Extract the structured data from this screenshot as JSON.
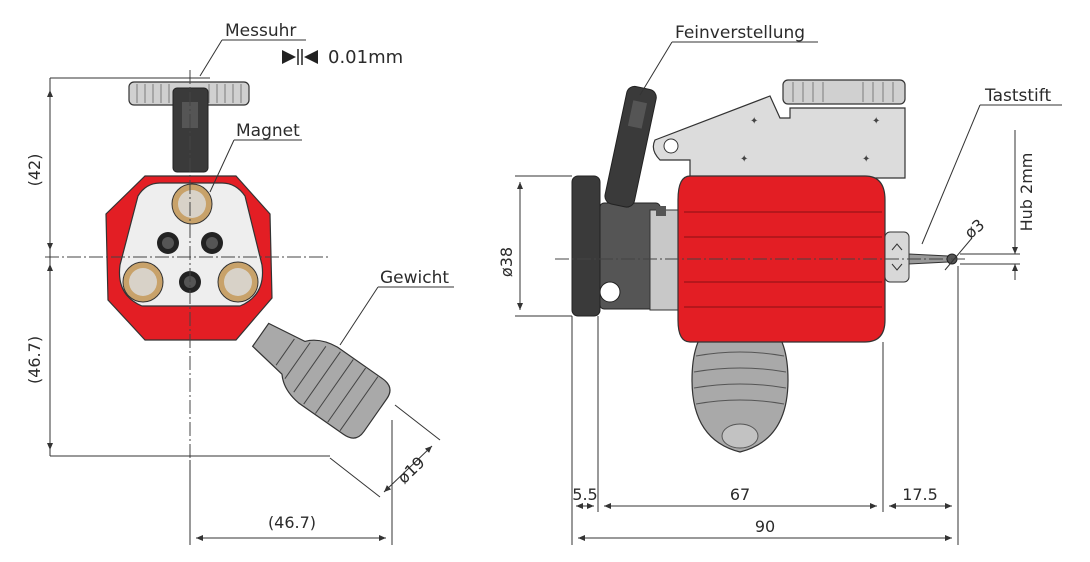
{
  "labels": {
    "messuhr": "Messuhr",
    "resolution": "0.01mm",
    "magnet": "Magnet",
    "gewicht": "Gewicht",
    "feinverstellung": "Feinverstellung",
    "taststift": "Taststift"
  },
  "dimensions": {
    "height_upper": "(42)",
    "height_lower": "(46.7)",
    "width_left": "(46.7)",
    "weight_diameter": "ø19",
    "body_diameter": "ø38",
    "stroke": "Hub 2mm",
    "tip_diameter": "ø3",
    "offset_left": "5.5",
    "body_length": "67",
    "tip_length": "17.5",
    "total_length": "90"
  },
  "colors": {
    "body_red": "#e31e24",
    "magnet_ring": "#c8a26a",
    "magnet_core": "#d8d2c8",
    "dark_gray": "#3a3a3a",
    "light_gray": "#d6d6d6",
    "outline": "#333333"
  }
}
